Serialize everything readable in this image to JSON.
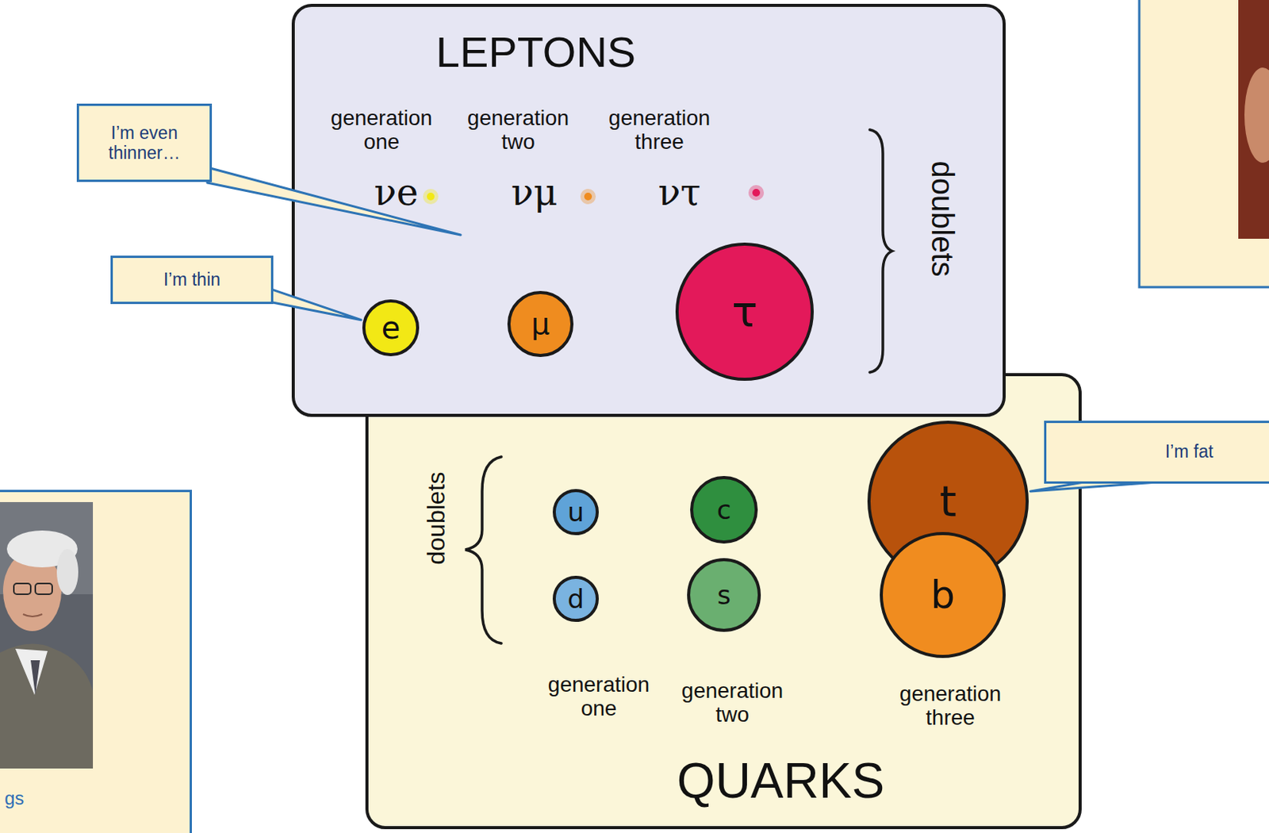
{
  "diagram": {
    "nodes": [
      {
        "text": [
          "LEPTONS",
          "generation one",
          "generation two",
          "generation three",
          "νe",
          "νμ",
          "ντ",
          "doublets"
        ]
      },
      {
        "text": [
          "e"
        ],
        "in": 0
      },
      {
        "text": [
          "μ"
        ],
        "in": 0
      },
      {
        "text": [
          "τ"
        ],
        "in": 0
      },
      {
        "text": [
          "doublets",
          "generation one",
          "generation two",
          "generation three",
          "QUARKS"
        ]
      },
      {
        "text": [
          "u"
        ],
        "in": 4
      },
      {
        "text": [
          "c"
        ],
        "in": 4
      },
      {
        "text": [
          "t"
        ],
        "in": 4
      },
      {
        "text": [
          "d"
        ],
        "in": 4
      },
      {
        "text": [
          "s"
        ],
        "in": 4
      },
      {
        "text": [
          "b"
        ],
        "in": 4
      },
      {
        "text": [
          "I’m even thinner…"
        ]
      },
      {
        "text": [
          "I’m thin"
        ]
      },
      {
        "text": [
          "I’m fat"
        ]
      },
      {
        "text": [
          "gs"
        ]
      }
    ],
    "edges": [
      {
        "from": 12,
        "to": 1,
        "arrow": "none"
      },
      {
        "from": 13,
        "to": 7,
        "arrow": "none"
      }
    ]
  }
}
